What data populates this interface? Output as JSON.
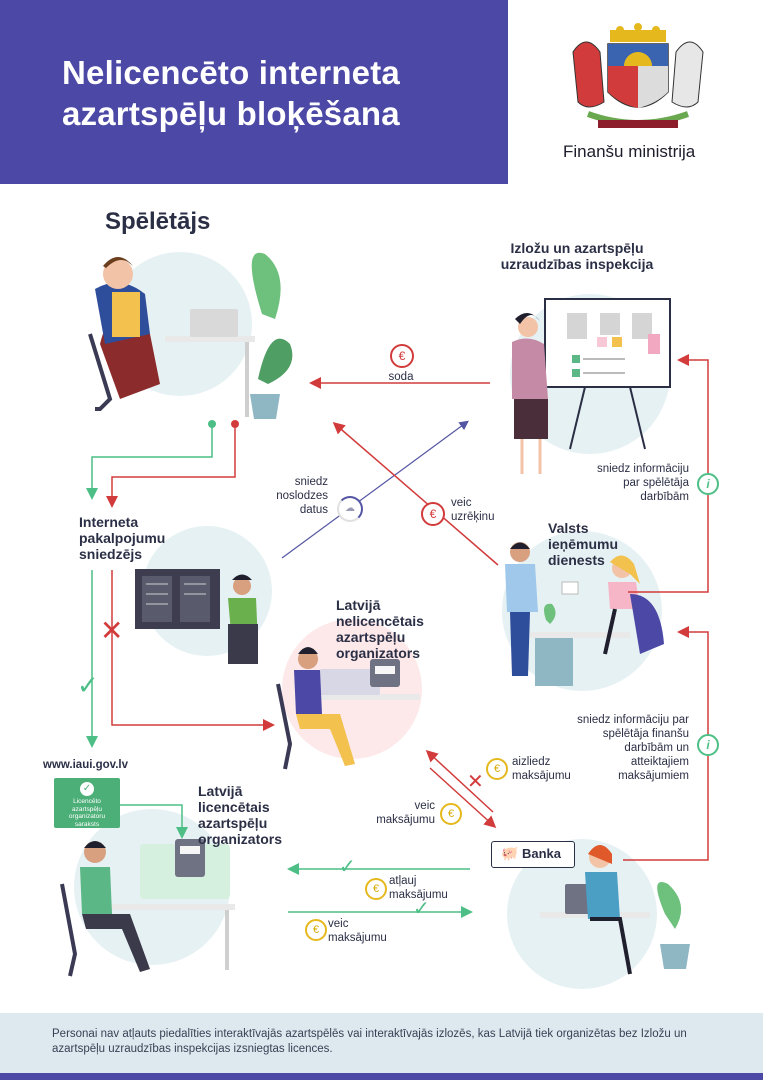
{
  "header": {
    "title_line1": "Nelicencēto interneta",
    "title_line2": "azartspēļu bloķēšana",
    "ministry": "Finanšu ministrija"
  },
  "actors": {
    "player": "Spēlētājs",
    "inspection": "Izložu un azartspēļu uzraudzības inspekcija",
    "isp": "Interneta pakalpojumu sniedzējs",
    "vid": "Valsts ieņēmumu dienests",
    "unlicensed": "Latvijā nelicencētais azartspēļu organizators",
    "licensed": "Latvijā licencētais azartspēļu organizators",
    "bank": "Banka"
  },
  "labels": {
    "soda": "soda",
    "sniedz_noslodzes": "sniedz noslodzes datus",
    "veic_uzrekinu": "veic uzrēķinu",
    "sniedz_info_player": "sniedz informāciju par spēlētāja darbībām",
    "sniedz_info_finance": "sniedz informāciju par spēlētāja finanšu darbībām un atteiktajiem maksājumiem",
    "aizliedz": "aizliedz maksājumu",
    "veic_maksajumu_1": "veic maksājumu",
    "atlauj": "atļauj maksājumu",
    "veic_maksajumu_2": "veic maksājumu",
    "website": "www.iaui.gov.lv",
    "badge": "Licencēto azartspēļu organizatoru saraksts"
  },
  "icons": {
    "euro": "euro-coin-icon",
    "info": "info-circle-icon",
    "check": "check-icon",
    "cross": "cross-icon",
    "piggy": "piggy-bank-icon"
  },
  "footer": {
    "text": "Personai nav atļauts piedalīties interaktīvajās azartspēlēs vai interaktīvajās izlozēs, kas Latvijā tiek organizētas bez Izložu un azartspēļu uzraudzības inspekcijas izsniegtas licences."
  },
  "colors": {
    "brand": "#4b48a6",
    "arrow_red": "#d23b3b",
    "arrow_green": "#4dbf86",
    "arrow_purple": "#5456a3",
    "coin_yellow": "#e5b91e"
  }
}
